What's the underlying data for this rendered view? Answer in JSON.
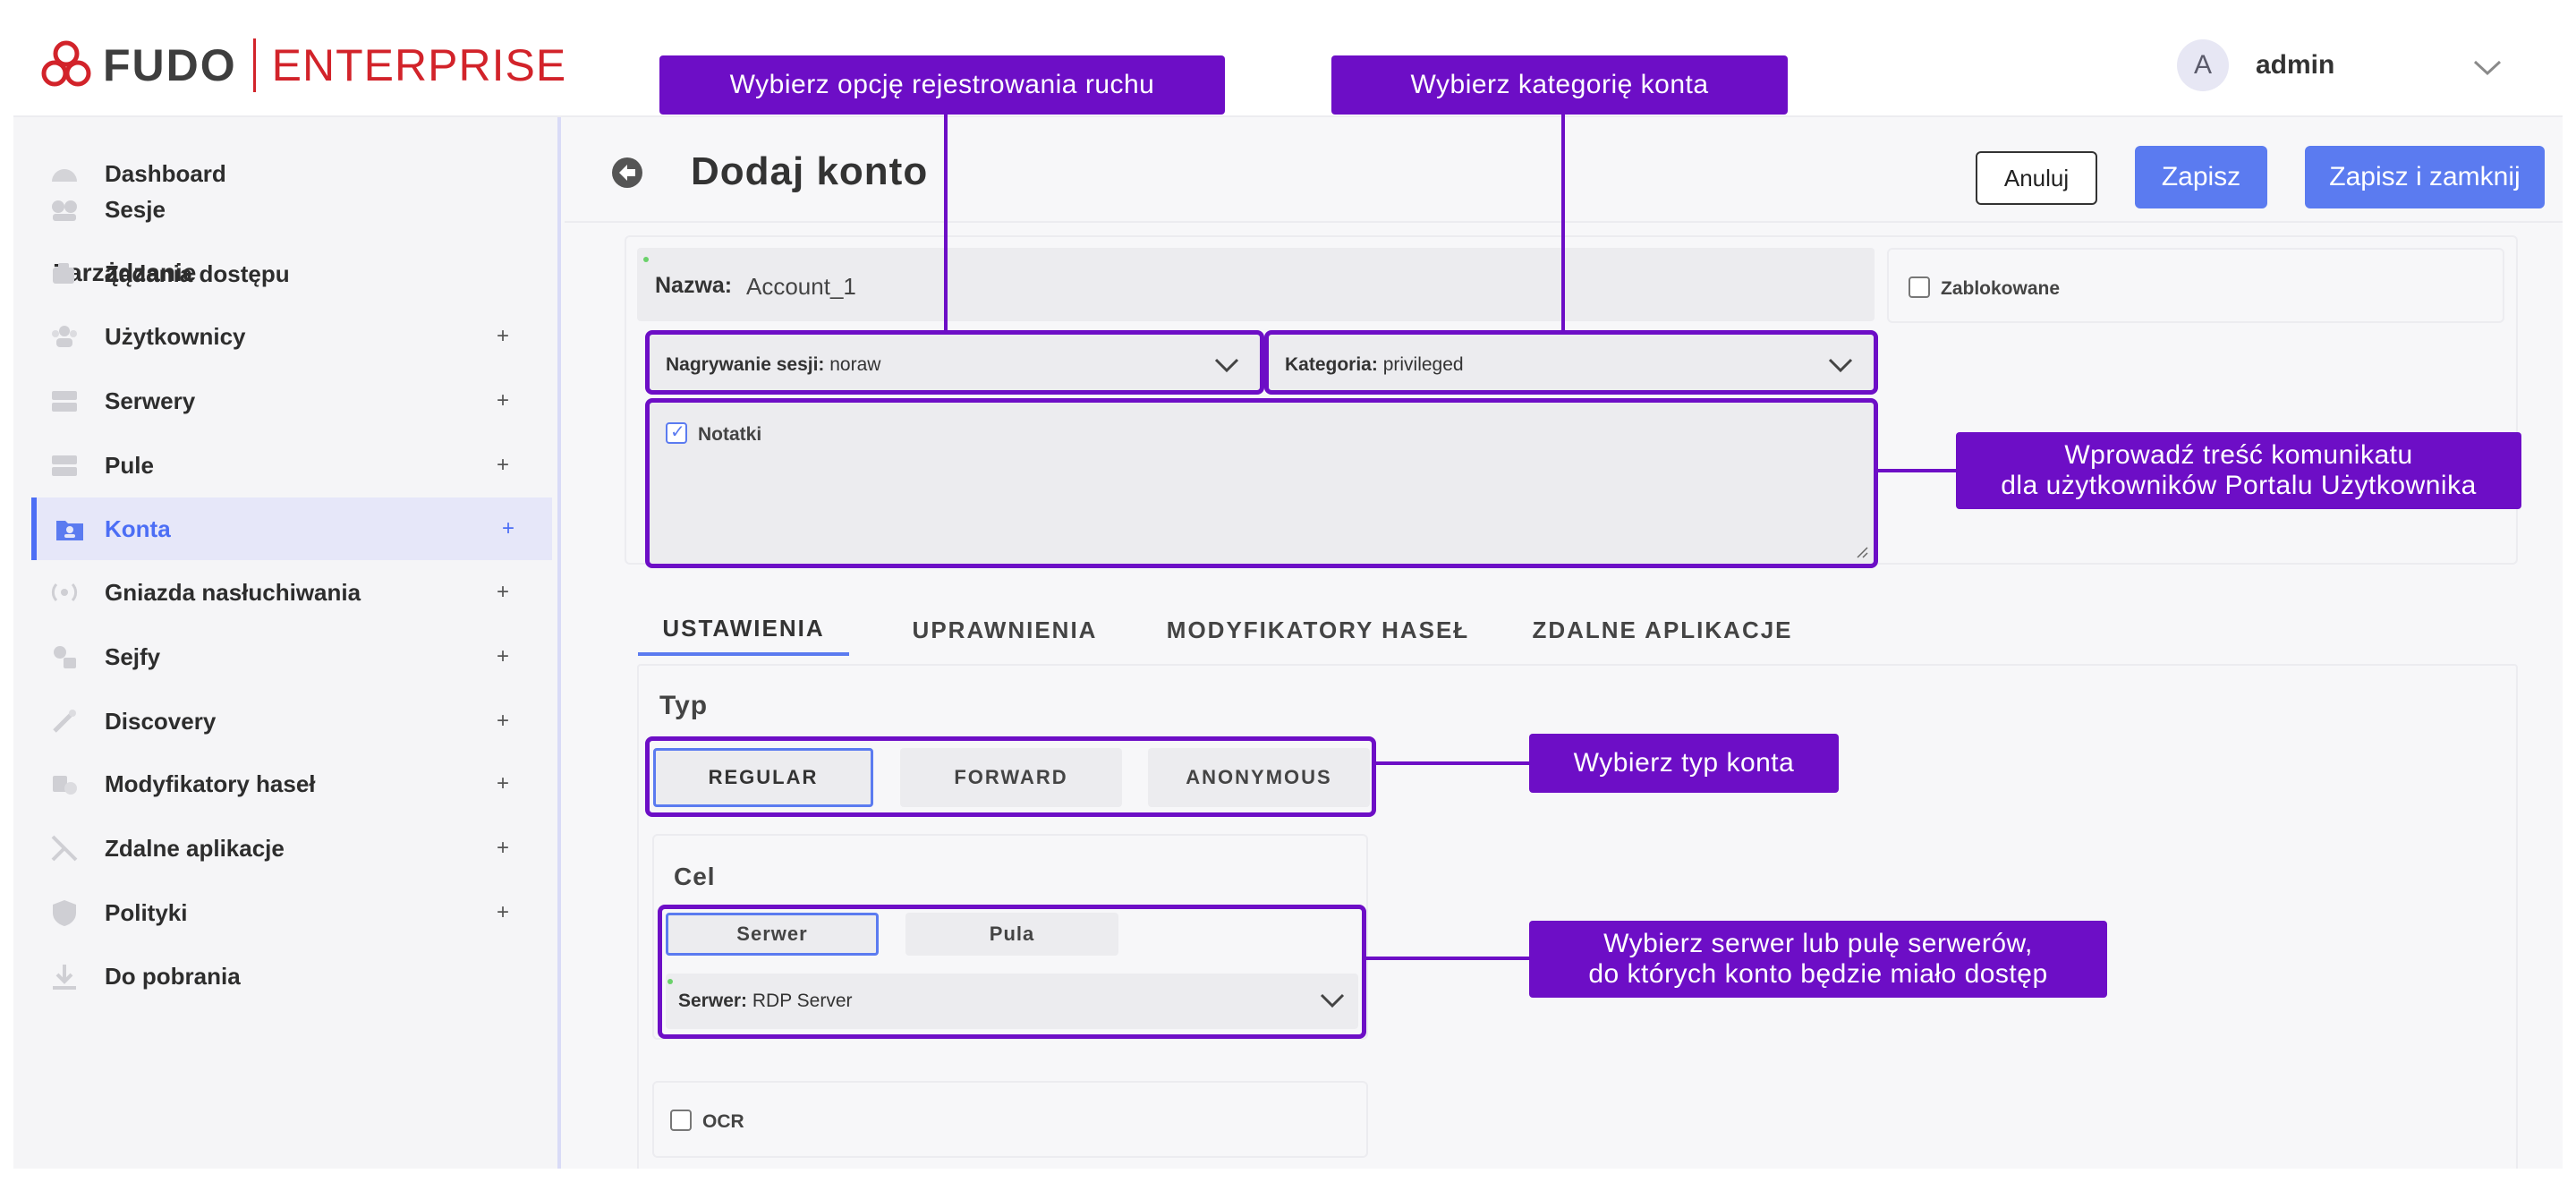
{
  "header": {
    "brand": "FUDO",
    "edition": "ENTERPRISE",
    "avatar_letter": "A",
    "username": "admin"
  },
  "sidebar": {
    "dashboard": "Dashboard",
    "section_title": "Zarządzanie",
    "items": [
      {
        "label": "Sesje",
        "icon": "sessions-icon",
        "expandable": false
      },
      {
        "label": "Żądania dostępu",
        "icon": "access-requests-icon",
        "expandable": false
      },
      {
        "label": "Użytkownicy",
        "icon": "users-icon",
        "expandable": true
      },
      {
        "label": "Serwery",
        "icon": "servers-icon",
        "expandable": true
      },
      {
        "label": "Pule",
        "icon": "pools-icon",
        "expandable": true
      },
      {
        "label": "Konta",
        "icon": "accounts-icon",
        "expandable": true,
        "active": true
      },
      {
        "label": "Gniazda nasłuchiwania",
        "icon": "listeners-icon",
        "expandable": true
      },
      {
        "label": "Sejfy",
        "icon": "safes-icon",
        "expandable": true
      },
      {
        "label": "Discovery",
        "icon": "discovery-icon",
        "expandable": true
      },
      {
        "label": "Modyfikatory haseł",
        "icon": "password-changers-icon",
        "expandable": true
      },
      {
        "label": "Zdalne aplikacje",
        "icon": "remote-apps-icon",
        "expandable": true
      },
      {
        "label": "Polityki",
        "icon": "policies-icon",
        "expandable": true
      },
      {
        "label": "Do pobrania",
        "icon": "download-icon",
        "expandable": false
      }
    ],
    "plus": "+"
  },
  "page": {
    "title": "Dodaj konto",
    "cancel": "Anuluj",
    "save": "Zapisz",
    "save_close": "Zapisz i zamknij"
  },
  "form": {
    "name_label": "Nazwa:",
    "name_value": "Account_1",
    "blocked_label": "Zablokowane",
    "recording_label": "Nagrywanie sesji:",
    "recording_value": " noraw",
    "category_label": "Kategoria:",
    "category_value": " privileged",
    "notes_label": "Notatki"
  },
  "tabs": [
    "USTAWIENIA",
    "UPRAWNIENIA",
    "MODYFIKATORY HASEŁ",
    "ZDALNE APLIKACJE"
  ],
  "settings": {
    "type_title": "Typ",
    "types": [
      "REGULAR",
      "FORWARD",
      "ANONYMOUS"
    ],
    "target_title": "Cel",
    "target_options": [
      "Serwer",
      "Pula"
    ],
    "server_label": "Serwer:",
    "server_value": " RDP Server",
    "ocr_label": "OCR"
  },
  "callouts": {
    "recording": "Wybierz opcję rejestrowania ruchu",
    "category": "Wybierz kategorię konta",
    "notes_line1": "Wprowadź treść komunikatu",
    "notes_line2": "dla użytkowników Portalu Użytkownika",
    "type": "Wybierz typ konta",
    "target_line1": "Wybierz serwer lub pulę serwerów,",
    "target_line2": "do których konto będzie miało dostęp"
  },
  "colors": {
    "accent": "#5b7bf0",
    "callout": "#6d0ec6",
    "brand_red": "#d2232a"
  }
}
